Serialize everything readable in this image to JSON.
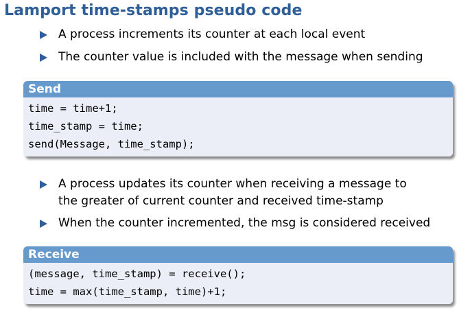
{
  "slide": {
    "title": "Lamport time-stamps pseudo code",
    "accent_color": "#2f5f98",
    "block_header_color": "#6699cc",
    "block_body_color": "#ebeef6"
  },
  "bullets_top": [
    "A process increments its counter at each local event",
    "The counter value is included with the message when sending"
  ],
  "send_block": {
    "title": "Send",
    "code": [
      "time = time+1;",
      "time_stamp = time;",
      "send(Message, time_stamp);"
    ]
  },
  "bullets_middle": [
    {
      "line1": "A process updates its counter when receiving a message to",
      "line2": "the greater of current counter and received time-stamp"
    },
    {
      "line1": "When the counter incremented, the msg is considered received"
    }
  ],
  "receive_block": {
    "title": "Receive",
    "code": [
      "(message, time_stamp) = receive();",
      "time = max(time_stamp, time)+1;"
    ]
  }
}
